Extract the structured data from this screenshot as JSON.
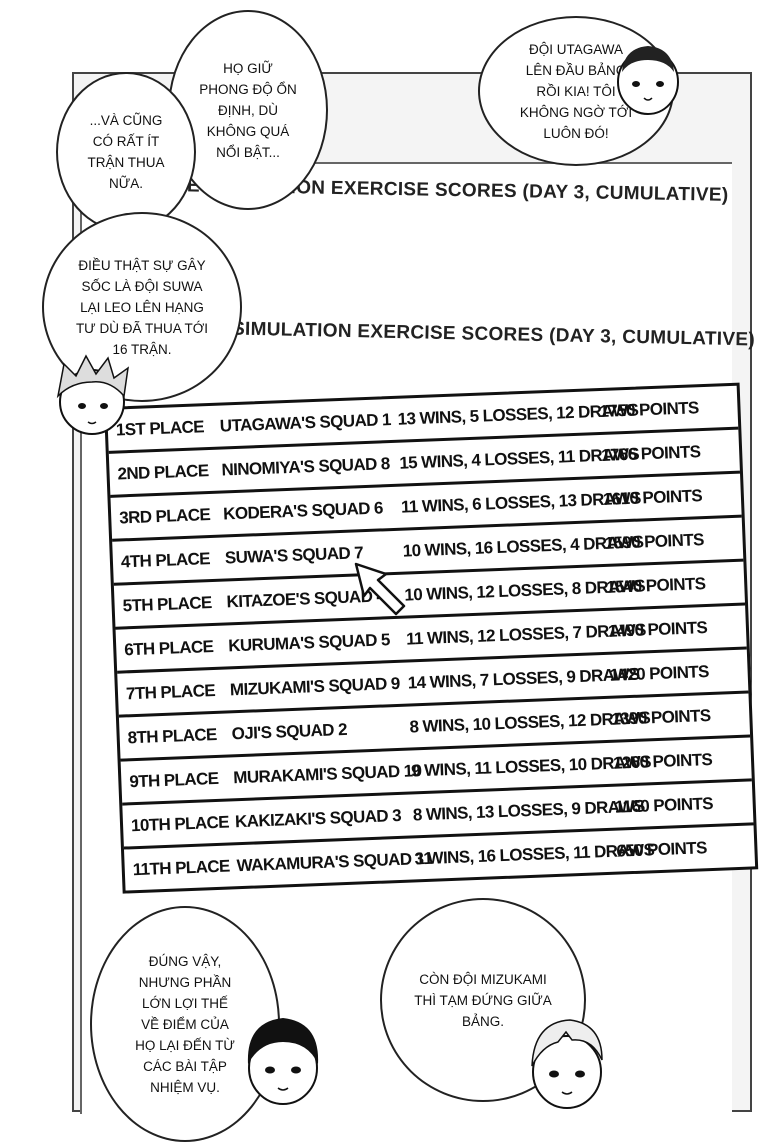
{
  "headings": {
    "top": "LE SIMULATION EXERCISE SCORES (DAY 3, CUMULATIVE)",
    "main": "SIMULATION EXERCISE SCORES (DAY 3, CUMULATIVE)"
  },
  "standings": [
    {
      "place": "1ST PLACE",
      "squad": "UTAGAWA'S SQUAD 1",
      "record": "13 WINS, 5 LOSSES, 12 DRAWS",
      "points": "1750 POINTS"
    },
    {
      "place": "2ND PLACE",
      "squad": "NINOMIYA'S SQUAD 8",
      "record": "15 WINS, 4 LOSSES, 11 DRAWS",
      "points": "1766 POINTS"
    },
    {
      "place": "3RD PLACE",
      "squad": "KODERA'S SQUAD 6",
      "record": "11 WINS, 6 LOSSES, 13 DRAWS",
      "points": "1610 POINTS"
    },
    {
      "place": "4TH PLACE",
      "squad": "SUWA'S SQUAD 7",
      "record": "10 WINS, 16 LOSSES, 4 DRAWS",
      "points": "1590 POINTS"
    },
    {
      "place": "5TH PLACE",
      "squad": "KITAZOE'S SQUAD 4",
      "record": "10 WINS, 12 LOSSES, 8 DRAWS",
      "points": "1540 POINTS"
    },
    {
      "place": "6TH PLACE",
      "squad": "KURUMA'S SQUAD 5",
      "record": "11 WINS, 12 LOSSES, 7 DRAWS",
      "points": "1490 POINTS"
    },
    {
      "place": "7TH PLACE",
      "squad": "MIZUKAMI'S SQUAD 9",
      "record": "14 WINS, 7 LOSSES, 9 DRAWS",
      "points": "1420 POINTS"
    },
    {
      "place": "8TH PLACE",
      "squad": "OJI'S SQUAD 2",
      "record": "8 WINS, 10 LOSSES, 12 DRAWS",
      "points": "1390 POINTS"
    },
    {
      "place": "9TH PLACE",
      "squad": "MURAKAMI'S SQUAD 10",
      "record": "9 WINS, 11 LOSSES, 10 DRAWS",
      "points": "1260 POINTS"
    },
    {
      "place": "10TH PLACE",
      "squad": "KAKIZAKI'S SQUAD 3",
      "record": "8 WINS, 13 LOSSES, 9 DRAWS",
      "points": "1160 POINTS"
    },
    {
      "place": "11TH PLACE",
      "squad": "WAKAMURA'S SQUAD 11",
      "record": "3 WINS, 16 LOSSES, 11 DRAWS",
      "points": "650 POINTS"
    }
  ],
  "bubbles": {
    "utagawa": "ĐỘI UTAGAWA\nLÊN ĐẦU BẢNG\nRỒI KIA! TÔI\nKHÔNG NGỜ TỚI\nLUÔN ĐÓ!",
    "stable": "HỌ GIỮ\nPHONG ĐỘ ỔN\nĐỊNH, DÙ\nKHÔNG QUÁ\nNỔI BẬT...",
    "few_losses": "...VÀ CŨNG\nCÓ RẤT ÍT\nTRẬN THUA\nNỮA.",
    "suwa": "ĐIỀU THẬT SỰ GÂY\nSỐC LÀ ĐỘI SUWA\nLẠI LEO LÊN HẠNG\nTƯ DÙ ĐÃ THUA TỚI\n16 TRẬN.",
    "advantage": "ĐÚNG VẬY,\nNHƯNG PHẦN\nLỚN LỢI THẾ\nVỀ ĐIỂM CỦA\nHỌ LẠI ĐẾN TỪ\nCÁC BÀI TẬP\nNHIỆM VỤ.",
    "mizukami": "CÒN ĐỘI MIZUKAMI\nTHÌ TẠM ĐỨNG GIỮA\nBẢNG."
  }
}
